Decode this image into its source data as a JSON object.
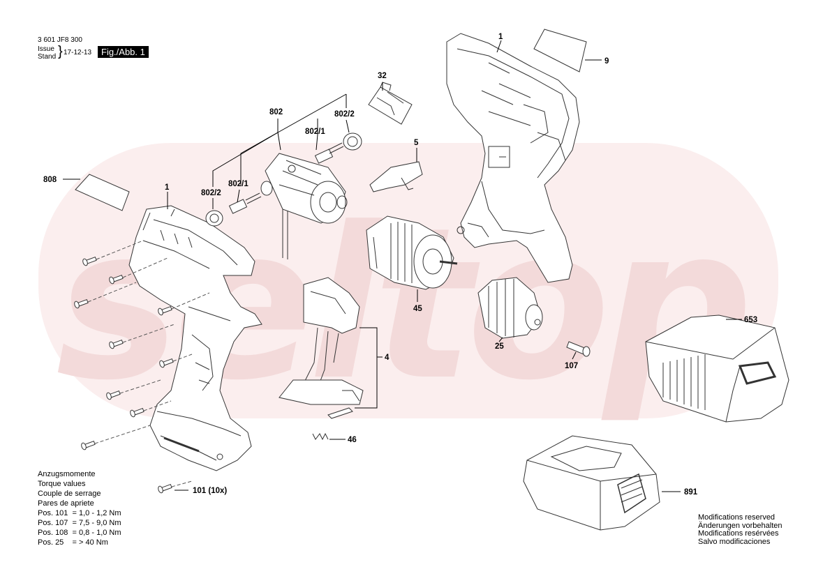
{
  "header": {
    "doc_number": "3 601 JF8 300",
    "issue_label": "Issue",
    "stand_label": "Stand",
    "date": "17-12-13",
    "fig_label": "Fig./Abb. 1"
  },
  "watermark": {
    "text": "seltop",
    "color": "#f3dede"
  },
  "parts": {
    "p1_top": "1",
    "p1_left": "1",
    "p9": "9",
    "p32": "32",
    "p802": "802",
    "p802_2_top": "802/2",
    "p802_1_top": "802/1",
    "p802_2_left": "802/2",
    "p802_1_left": "802/1",
    "p808": "808",
    "p5": "5",
    "p45": "45",
    "p25": "25",
    "p107": "107",
    "p4": "4",
    "p46": "46",
    "p653": "653",
    "p891": "891",
    "p101": "101 (10x)"
  },
  "torque": {
    "lines": [
      "Anzugsmomente",
      "Torque values",
      "Couple de serrage",
      "Pares de apriete",
      "Pos. 101  = 1,0 - 1,2 Nm",
      "Pos. 107  = 7,5 - 9,0 Nm",
      "Pos. 108  = 0,8 - 1,0 Nm",
      "Pos. 25    = > 40 Nm"
    ]
  },
  "modifications": {
    "lines": [
      "Modifications reserved",
      "Änderungen vorbehalten",
      "Modifications resérvées",
      "Salvo modificaciones"
    ]
  }
}
